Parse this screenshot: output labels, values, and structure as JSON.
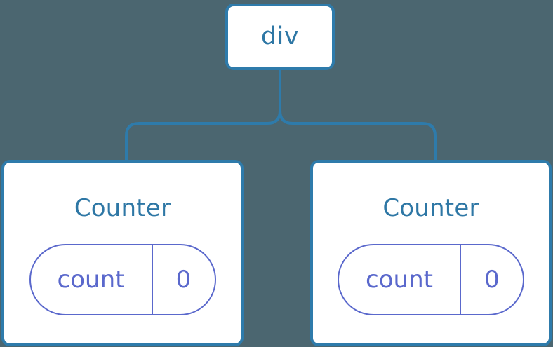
{
  "diagram": {
    "type": "component-tree",
    "background_color": "#4b6670",
    "node_border_color": "#2e7bab",
    "node_fill_color": "#ffffff",
    "edge_color": "#2e7bab",
    "title_text_color": "#2e77a5",
    "state_pill_color": "#5a68cc"
  },
  "root": {
    "label": "div"
  },
  "children": [
    {
      "title": "Counter",
      "state": {
        "key": "count",
        "value": "0"
      }
    },
    {
      "title": "Counter",
      "state": {
        "key": "count",
        "value": "0"
      }
    }
  ]
}
